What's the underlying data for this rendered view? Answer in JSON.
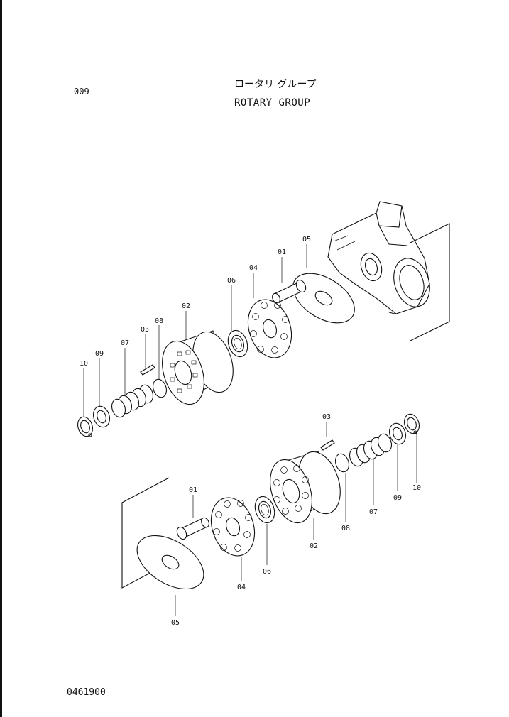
{
  "header": {
    "page_number": "009",
    "title_jp": "ロータリ グループ",
    "title_en": "ROTARY GROUP"
  },
  "footer": {
    "drawing_number": "0461900"
  },
  "callouts": {
    "top": {
      "c01": "01",
      "c02": "02",
      "c03": "03",
      "c04": "04",
      "c05": "05",
      "c06": "06",
      "c07": "07",
      "c08": "08",
      "c09": "09",
      "c10": "10"
    },
    "bottom": {
      "c01": "01",
      "c02": "02",
      "c03": "03",
      "c04": "04",
      "c05": "05",
      "c06": "06",
      "c07": "07",
      "c08": "08",
      "c09": "09",
      "c10": "10"
    }
  }
}
